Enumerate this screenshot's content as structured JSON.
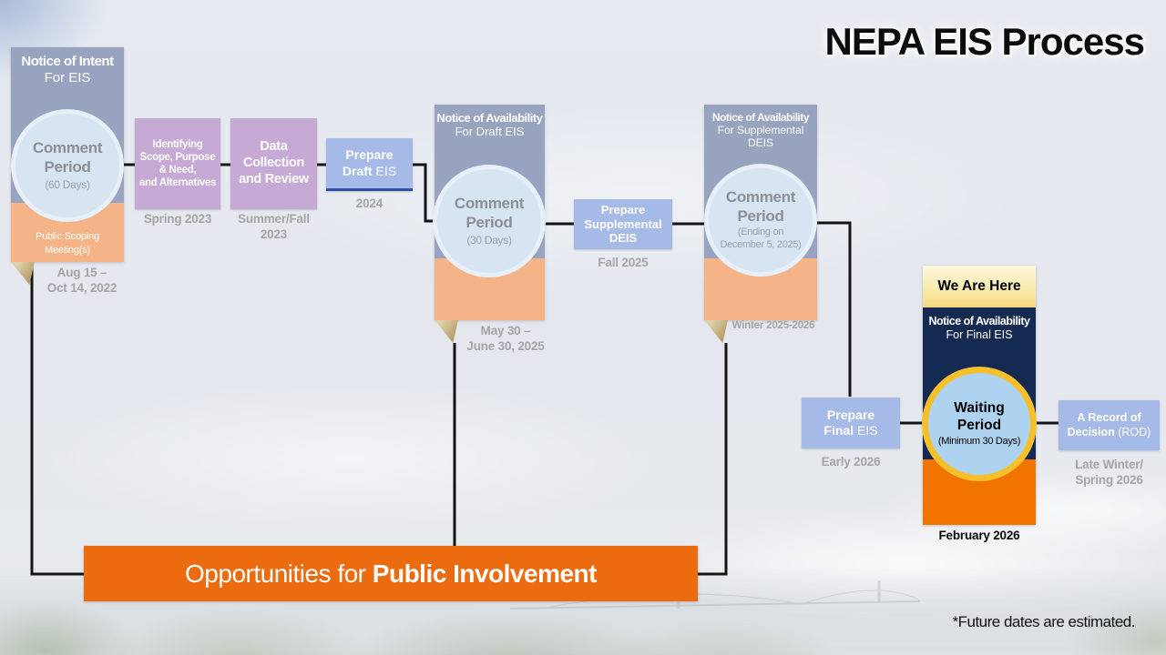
{
  "title": "NEPA EIS Process",
  "footnote": "*Future dates are estimated.",
  "banner": {
    "prefix": "Opportunities for ",
    "bold": "Public Involvement"
  },
  "steps": {
    "noi": {
      "header_line1": "Notice of Intent",
      "header_line2": "For EIS",
      "circle_line1": "Comment",
      "circle_line2": "Period",
      "circle_sub": "(60 Days)",
      "note_line1": "Public Scoping",
      "note_line2": "Meeting(s)",
      "date_line1": "Aug 15 –",
      "date_line2": "Oct 14, 2022"
    },
    "identify": {
      "line1": "Identifying",
      "line2": "Scope, Purpose",
      "line3": "& Need,",
      "line4": "and Alternatives",
      "date": "Spring 2023"
    },
    "collect": {
      "line1": "Data",
      "line2": "Collection",
      "line3": "and Review",
      "date_line1": "Summer/Fall",
      "date_line2": "2023"
    },
    "prep_draft": {
      "line1": "Prepare",
      "line2_bold": "Draft",
      "line2_rest": " EIS",
      "date": "2024"
    },
    "noa_draft": {
      "header_line1": "Notice of Availability",
      "header_line2": "For Draft EIS",
      "circle_line1": "Comment",
      "circle_line2": "Period",
      "circle_sub": "(30 Days)",
      "date_line1": "May 30 –",
      "date_line2": "June 30, 2025"
    },
    "prep_suppl": {
      "line1": "Prepare",
      "line2": "Supplemental",
      "line3": "DEIS",
      "date": "Fall 2025"
    },
    "noa_suppl": {
      "header_line1": "Notice of Availability",
      "header_line2": "For Supplemental",
      "header_line3": "DEIS",
      "circle_line1": "Comment",
      "circle_line2": "Period",
      "circle_sub_line1": "(Ending on",
      "circle_sub_line2": "December 5, 2025)",
      "date": "Winter 2025-2026"
    },
    "prep_final": {
      "line1": "Prepare",
      "line2_bold": "Final",
      "line2_rest": " EIS",
      "date": "Early 2026"
    },
    "we_are_here": {
      "flag": "We Are Here",
      "header_line1": "Notice of Availability",
      "header_line2": "For Final EIS",
      "circle_line1": "Waiting",
      "circle_line2": "Period",
      "circle_sub": "(Minimum 30 Days)",
      "date": "February 2026"
    },
    "rod": {
      "line1": "A Record of",
      "line2_bold": "Decision",
      "line2_rest": " (ROD)",
      "date_line1": "Late Winter/",
      "date_line2": "Spring 2026"
    }
  },
  "colors": {
    "header_slate": "#98a3bf",
    "comment_peach": "#f4b488",
    "circle_fill": "#d7e4f2",
    "circle_ring": "#e7eff8",
    "purple_box": "#c6aad5",
    "blue_box": "#a6bae8",
    "blue_box_underline": "#2d51a5",
    "banner_orange": "#ec6b0e",
    "bright_orange": "#f17300",
    "navy": "#152a52",
    "gold_ring": "#f5c02c",
    "waiting_circle_fill": "#aed3f1",
    "yellow_flag": "#f5d97f",
    "date_gray": "#a5a5a5",
    "connector_black": "#141414"
  }
}
